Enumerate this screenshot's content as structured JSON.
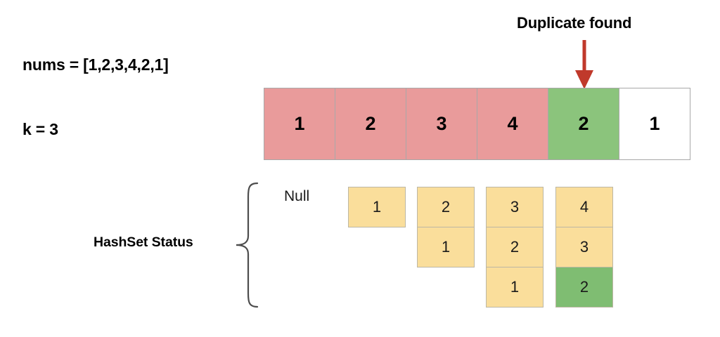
{
  "problem": {
    "nums_line": "nums = [1,2,3,4,2,1]",
    "k_line": "k = 3"
  },
  "annotation": {
    "duplicate_label": "Duplicate found",
    "arrow_color": "#c0392b",
    "arrow_icon": "down-arrow-icon"
  },
  "array": {
    "cells": [
      {
        "value": "1",
        "state": "visited"
      },
      {
        "value": "2",
        "state": "visited"
      },
      {
        "value": "3",
        "state": "visited"
      },
      {
        "value": "4",
        "state": "visited"
      },
      {
        "value": "2",
        "state": "current"
      },
      {
        "value": "1",
        "state": "pending"
      }
    ],
    "colors": {
      "visited": "#e99b9b",
      "current": "#8bc47c",
      "pending": "#ffffff",
      "border": "#a8a8a8"
    }
  },
  "hashset": {
    "label": "HashSet Status",
    "null_label": "Null",
    "brace_icon": "curly-brace-icon",
    "colors": {
      "item": "#fade9b",
      "duplicate": "#7fbd72",
      "border": "#bdb7a4"
    },
    "columns": [
      {
        "cells": [
          {
            "value": "1",
            "state": "item"
          }
        ]
      },
      {
        "cells": [
          {
            "value": "2",
            "state": "item"
          },
          {
            "value": "1",
            "state": "item"
          }
        ]
      },
      {
        "cells": [
          {
            "value": "3",
            "state": "item"
          },
          {
            "value": "2",
            "state": "item"
          },
          {
            "value": "1",
            "state": "item"
          }
        ]
      },
      {
        "cells": [
          {
            "value": "4",
            "state": "item"
          },
          {
            "value": "3",
            "state": "item"
          },
          {
            "value": "2",
            "state": "duplicate"
          }
        ]
      }
    ]
  }
}
